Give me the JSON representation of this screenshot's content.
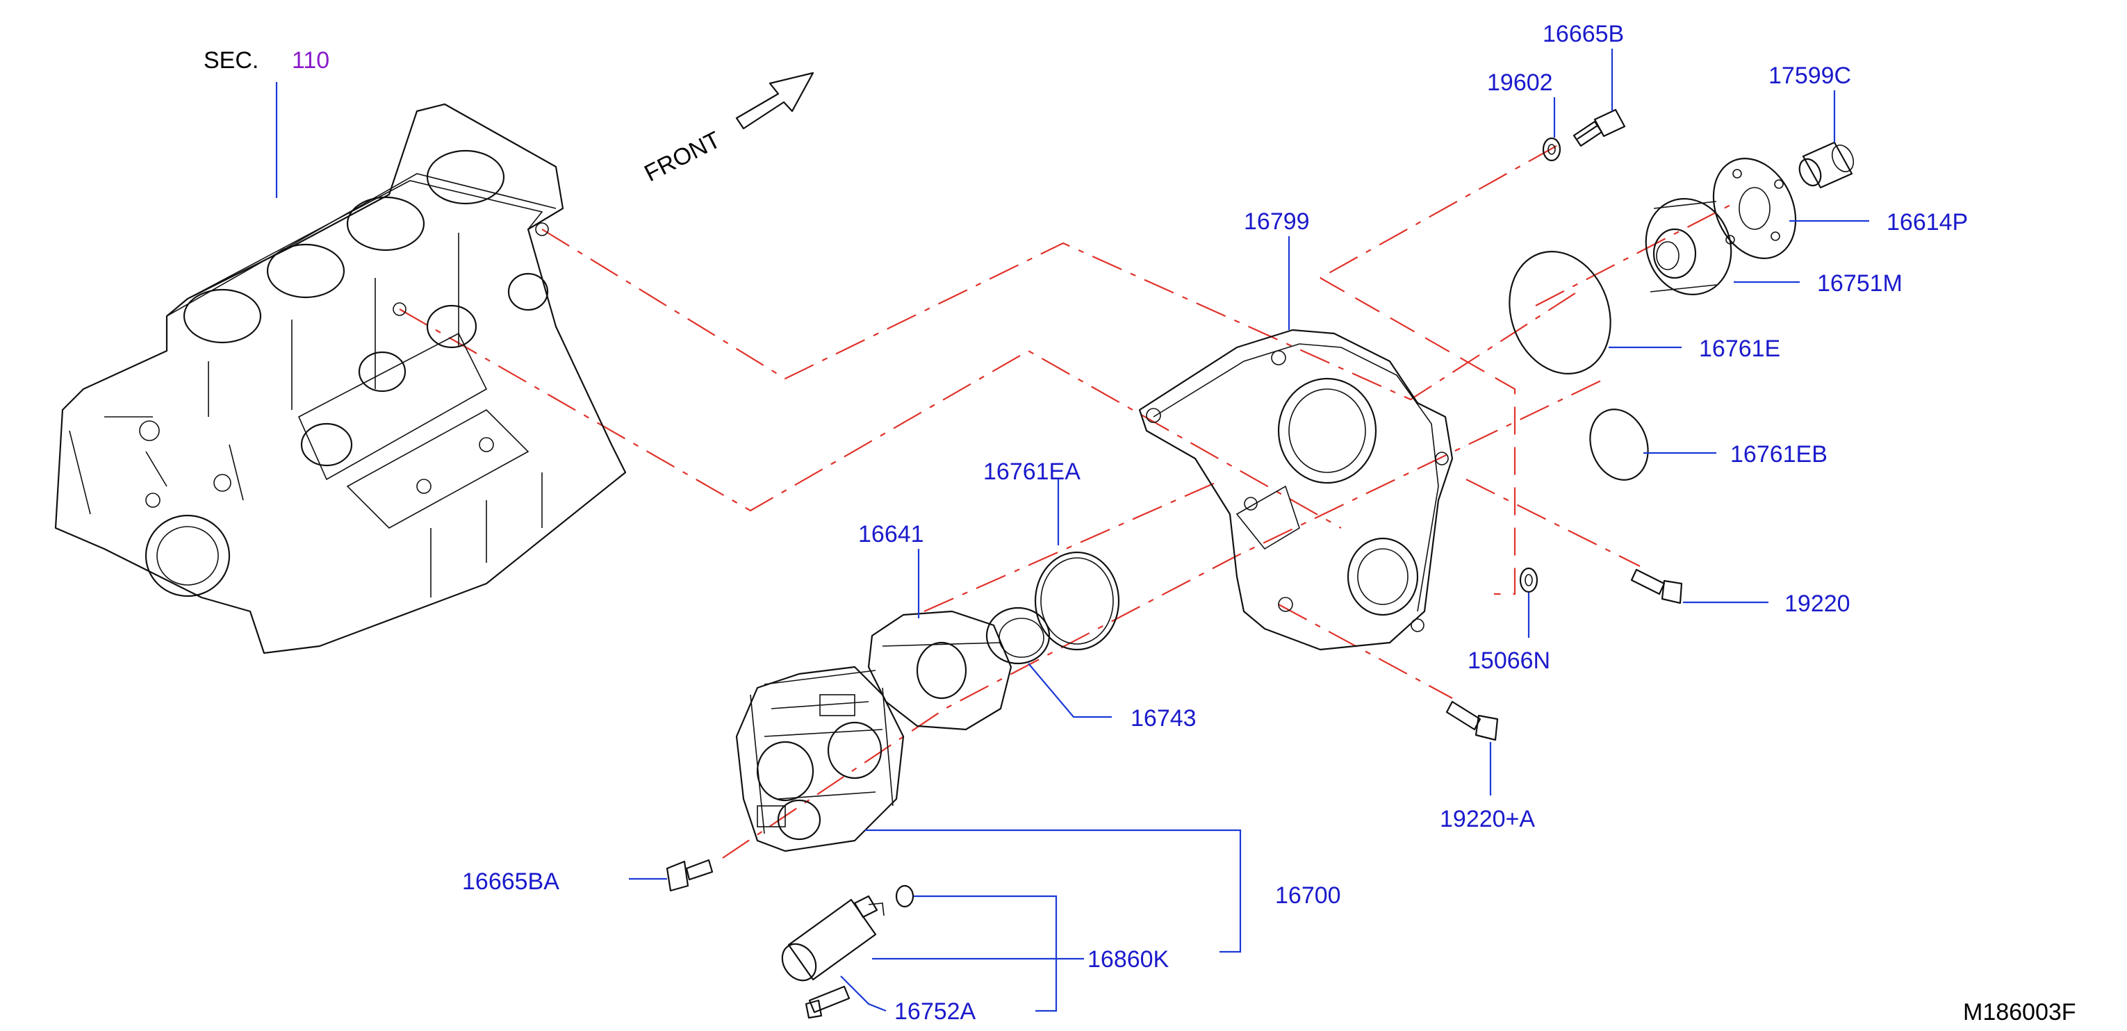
{
  "section": {
    "prefix": "SEC.",
    "number": "110"
  },
  "front_label": "FRONT",
  "drawing_code": "M186003F",
  "callouts": {
    "p16665B": "16665B",
    "p19602": "19602",
    "p17599C": "17599C",
    "p16614P": "16614P",
    "p16799": "16799",
    "p16751M": "16751M",
    "p16761E": "16761E",
    "p16761EB": "16761EB",
    "p16761EA": "16761EA",
    "p16641": "16641",
    "p19220": "19220",
    "p15066N": "15066N",
    "p16743": "16743",
    "p19220A": "19220+A",
    "p16665BA": "16665BA",
    "p16700": "16700",
    "p16860K": "16860K",
    "p16752A": "16752A"
  },
  "colors": {
    "callout": "#1a1acc",
    "leader": "#1a3ad6",
    "centerline": "#e0322a",
    "section_number": "#8a1acc"
  }
}
